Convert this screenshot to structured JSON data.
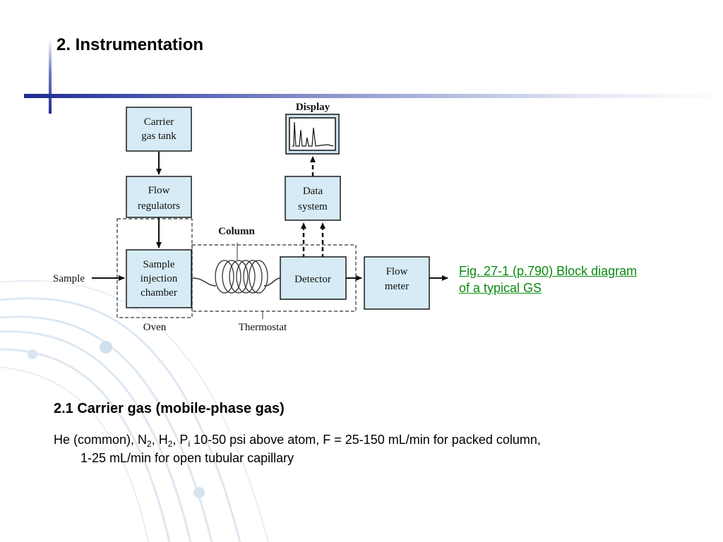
{
  "slide": {
    "title": "2. Instrumentation",
    "caption_line1": "Fig. 27-1 (p.790)  Block diagram",
    "caption_line2": "of a typical GS",
    "subheading": "2.1 Carrier gas (mobile-phase gas)",
    "body": {
      "t1": "He (common), N",
      "s1": "2",
      "t2": ", H",
      "s2": "2",
      "t3": ", P",
      "s3": "i",
      "t4": " 10-50 psi above atom, F = 25-150 mL/min for packed column,",
      "line2": "1-25 mL/min for open tubular capillary"
    }
  },
  "diagram": {
    "carrier_gas_tank": [
      "Carrier",
      "gas tank"
    ],
    "flow_regulators": [
      "Flow",
      "regulators"
    ],
    "sample_injection": [
      "Sample",
      "injection",
      "chamber"
    ],
    "detector": "Detector",
    "flow_meter": [
      "Flow",
      "meter"
    ],
    "data_system": [
      "Data",
      "system"
    ],
    "display": "Display",
    "column": "Column",
    "sample": "Sample",
    "oven": "Oven",
    "thermostat": "Thermostat"
  },
  "colors": {
    "accent_blue": "#1f2a90",
    "box_fill": "#d6ebf5",
    "caption_green": "#0b8a12"
  }
}
